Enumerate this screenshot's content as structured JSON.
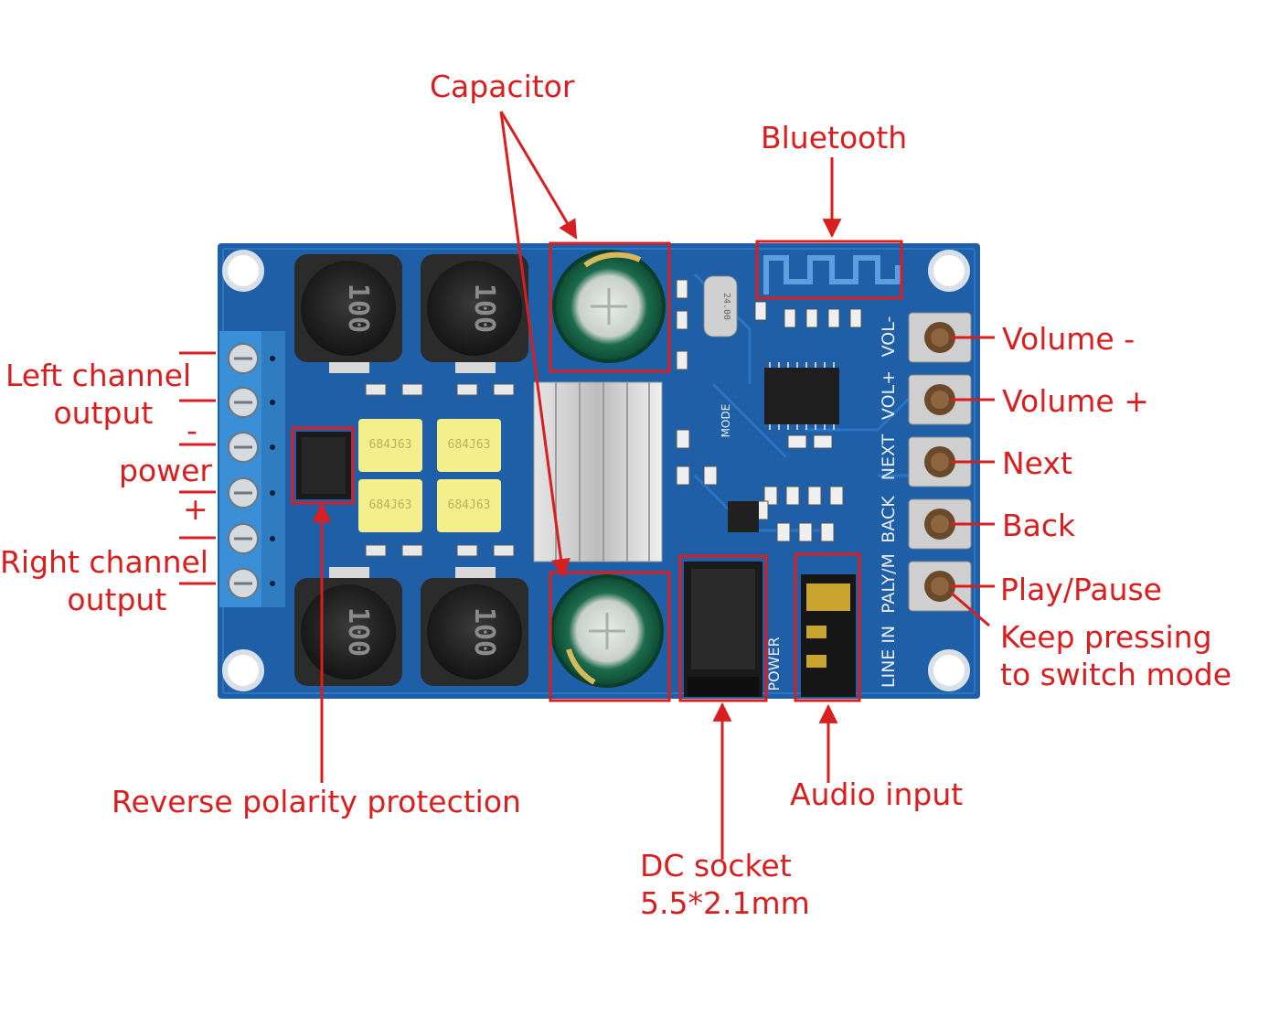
{
  "labels": {
    "capacitor": "Capacitor",
    "bluetooth": "Bluetooth",
    "left_channel": "Left channel\n     output",
    "power_minus": "-",
    "power": "power",
    "power_plus": "+",
    "right_channel": "Right channel\n       output",
    "volume_minus": "Volume -",
    "volume_plus": "Volume +",
    "next": "Next",
    "back": "Back",
    "play_pause": "Play/Pause",
    "keep_pressing": "Keep pressing\nto switch mode",
    "reverse_polarity": "Reverse polarity protection",
    "audio_input": "Audio input",
    "dc_socket": "DC socket\n5.5*2.1mm"
  },
  "board": {
    "inductor_marking": "100",
    "film_cap_marking": "684J63",
    "silk_vol_minus": "VOL-",
    "silk_vol_plus": "VOL+",
    "silk_next": "NEXT",
    "silk_back": "BACK",
    "silk_play": "PALY/M",
    "silk_linein": "LINE IN",
    "silk_power": "POWER",
    "silk_mode": "MODE",
    "crystal_marking": "24.00"
  },
  "colors": {
    "annotation": "#d81e1e",
    "pcb": "#1f5fa8",
    "terminal": "#3b8fd6"
  }
}
